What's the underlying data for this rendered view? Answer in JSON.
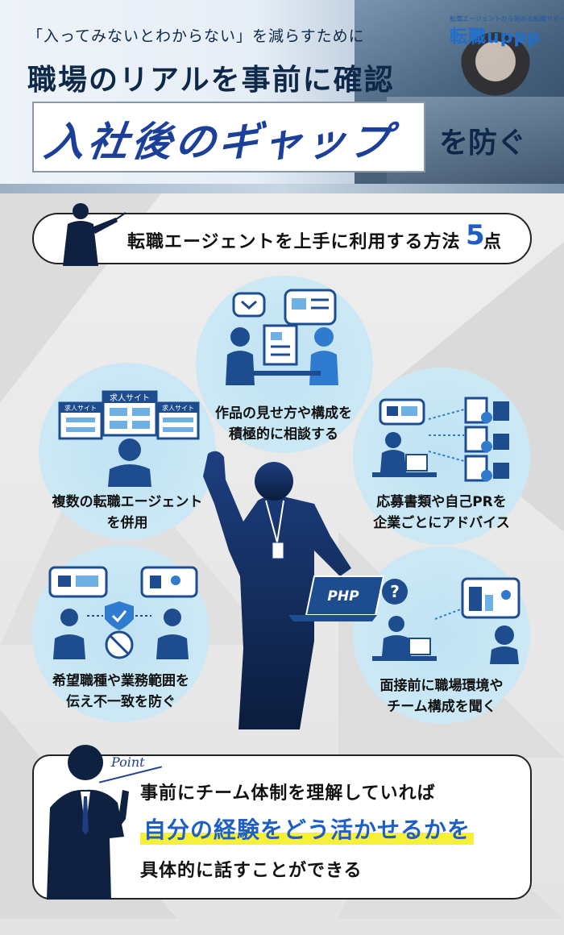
{
  "header": {
    "subhead": "「入ってみないとわからない」を減らすために",
    "title_line1": "職場のリアルを事前に確認",
    "title_line2": "入社後のギャップ",
    "title_line3": "を防ぐ",
    "logo_small": "転職エージェントから始める転職サポート",
    "logo_main": "転職uppp"
  },
  "section_heading": {
    "text": "転職エージェントを上手に利用する方法",
    "number": "5",
    "suffix": "点"
  },
  "tips": [
    {
      "line1": "作品の見せ方や構成を",
      "line2": "積極的に相談する"
    },
    {
      "line1": "複数の転職エージェント",
      "line2": "を併用"
    },
    {
      "line1": "応募書類や自己PRを",
      "line2": "企業ごとにアドバイス"
    },
    {
      "line1": "希望職種や業務範囲を",
      "line2": "伝え不一致を防ぐ"
    },
    {
      "line1": "面接前に職場環境や",
      "line2": "チーム構成を聞く"
    }
  ],
  "icons": {
    "job_site_label": "求人サイト",
    "laptop_label": "PHP"
  },
  "point": {
    "label": "Point",
    "line1": "事前にチーム体制を理解していれば",
    "line2": "自分の経験をどう活かせるかを",
    "line3": "具体的に話すことができる"
  },
  "colors": {
    "navy": "#0d2848",
    "accent_blue": "#1d5fc4",
    "circle_blue": "#c9e7f5",
    "highlight_yellow": "#f7f03a"
  }
}
